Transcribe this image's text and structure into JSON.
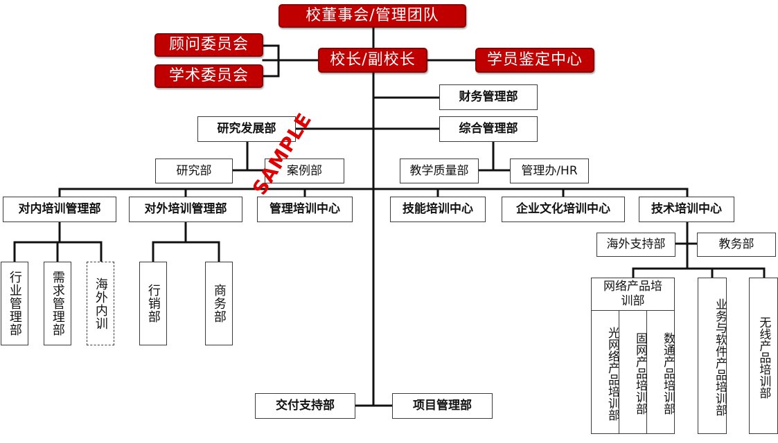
{
  "top": {
    "board": "校董事会/管理团队",
    "advisory": "顾问委员会",
    "academic": "学术委员会",
    "principal": "校长/副校长",
    "appraisal": "学员鉴定中心"
  },
  "admin": {
    "finance": "财务管理部",
    "research_dev": "研究发展部",
    "general_mgmt": "综合管理部",
    "research": "研究部",
    "case": "案例部",
    "teaching_quality": "教学质量部",
    "mgmt_office": "管理办/HR"
  },
  "centers": {
    "internal": "对内培训管理部",
    "external": "对外培训管理部",
    "management": "管理培训中心",
    "skills": "技能培训中心",
    "culture": "企业文化培训中心",
    "technical": "技术培训中心"
  },
  "internal_depts": [
    "行业管理部",
    "需求管理部",
    "海外内训"
  ],
  "external_depts": [
    "行销部",
    "商务部"
  ],
  "technical": {
    "overseas": "海外支持部",
    "academic_affairs": "教务部",
    "network": "网络产品培训部",
    "network_sub": [
      "光网络产品培训部",
      "固网产品培训部",
      "数通产品培训部"
    ],
    "business_software": "业务与软件产品培训部",
    "wireless": "无线产品培训部"
  },
  "bottom": {
    "delivery": "交付支持部",
    "project": "项目管理部"
  },
  "watermark": "SAMPLE"
}
